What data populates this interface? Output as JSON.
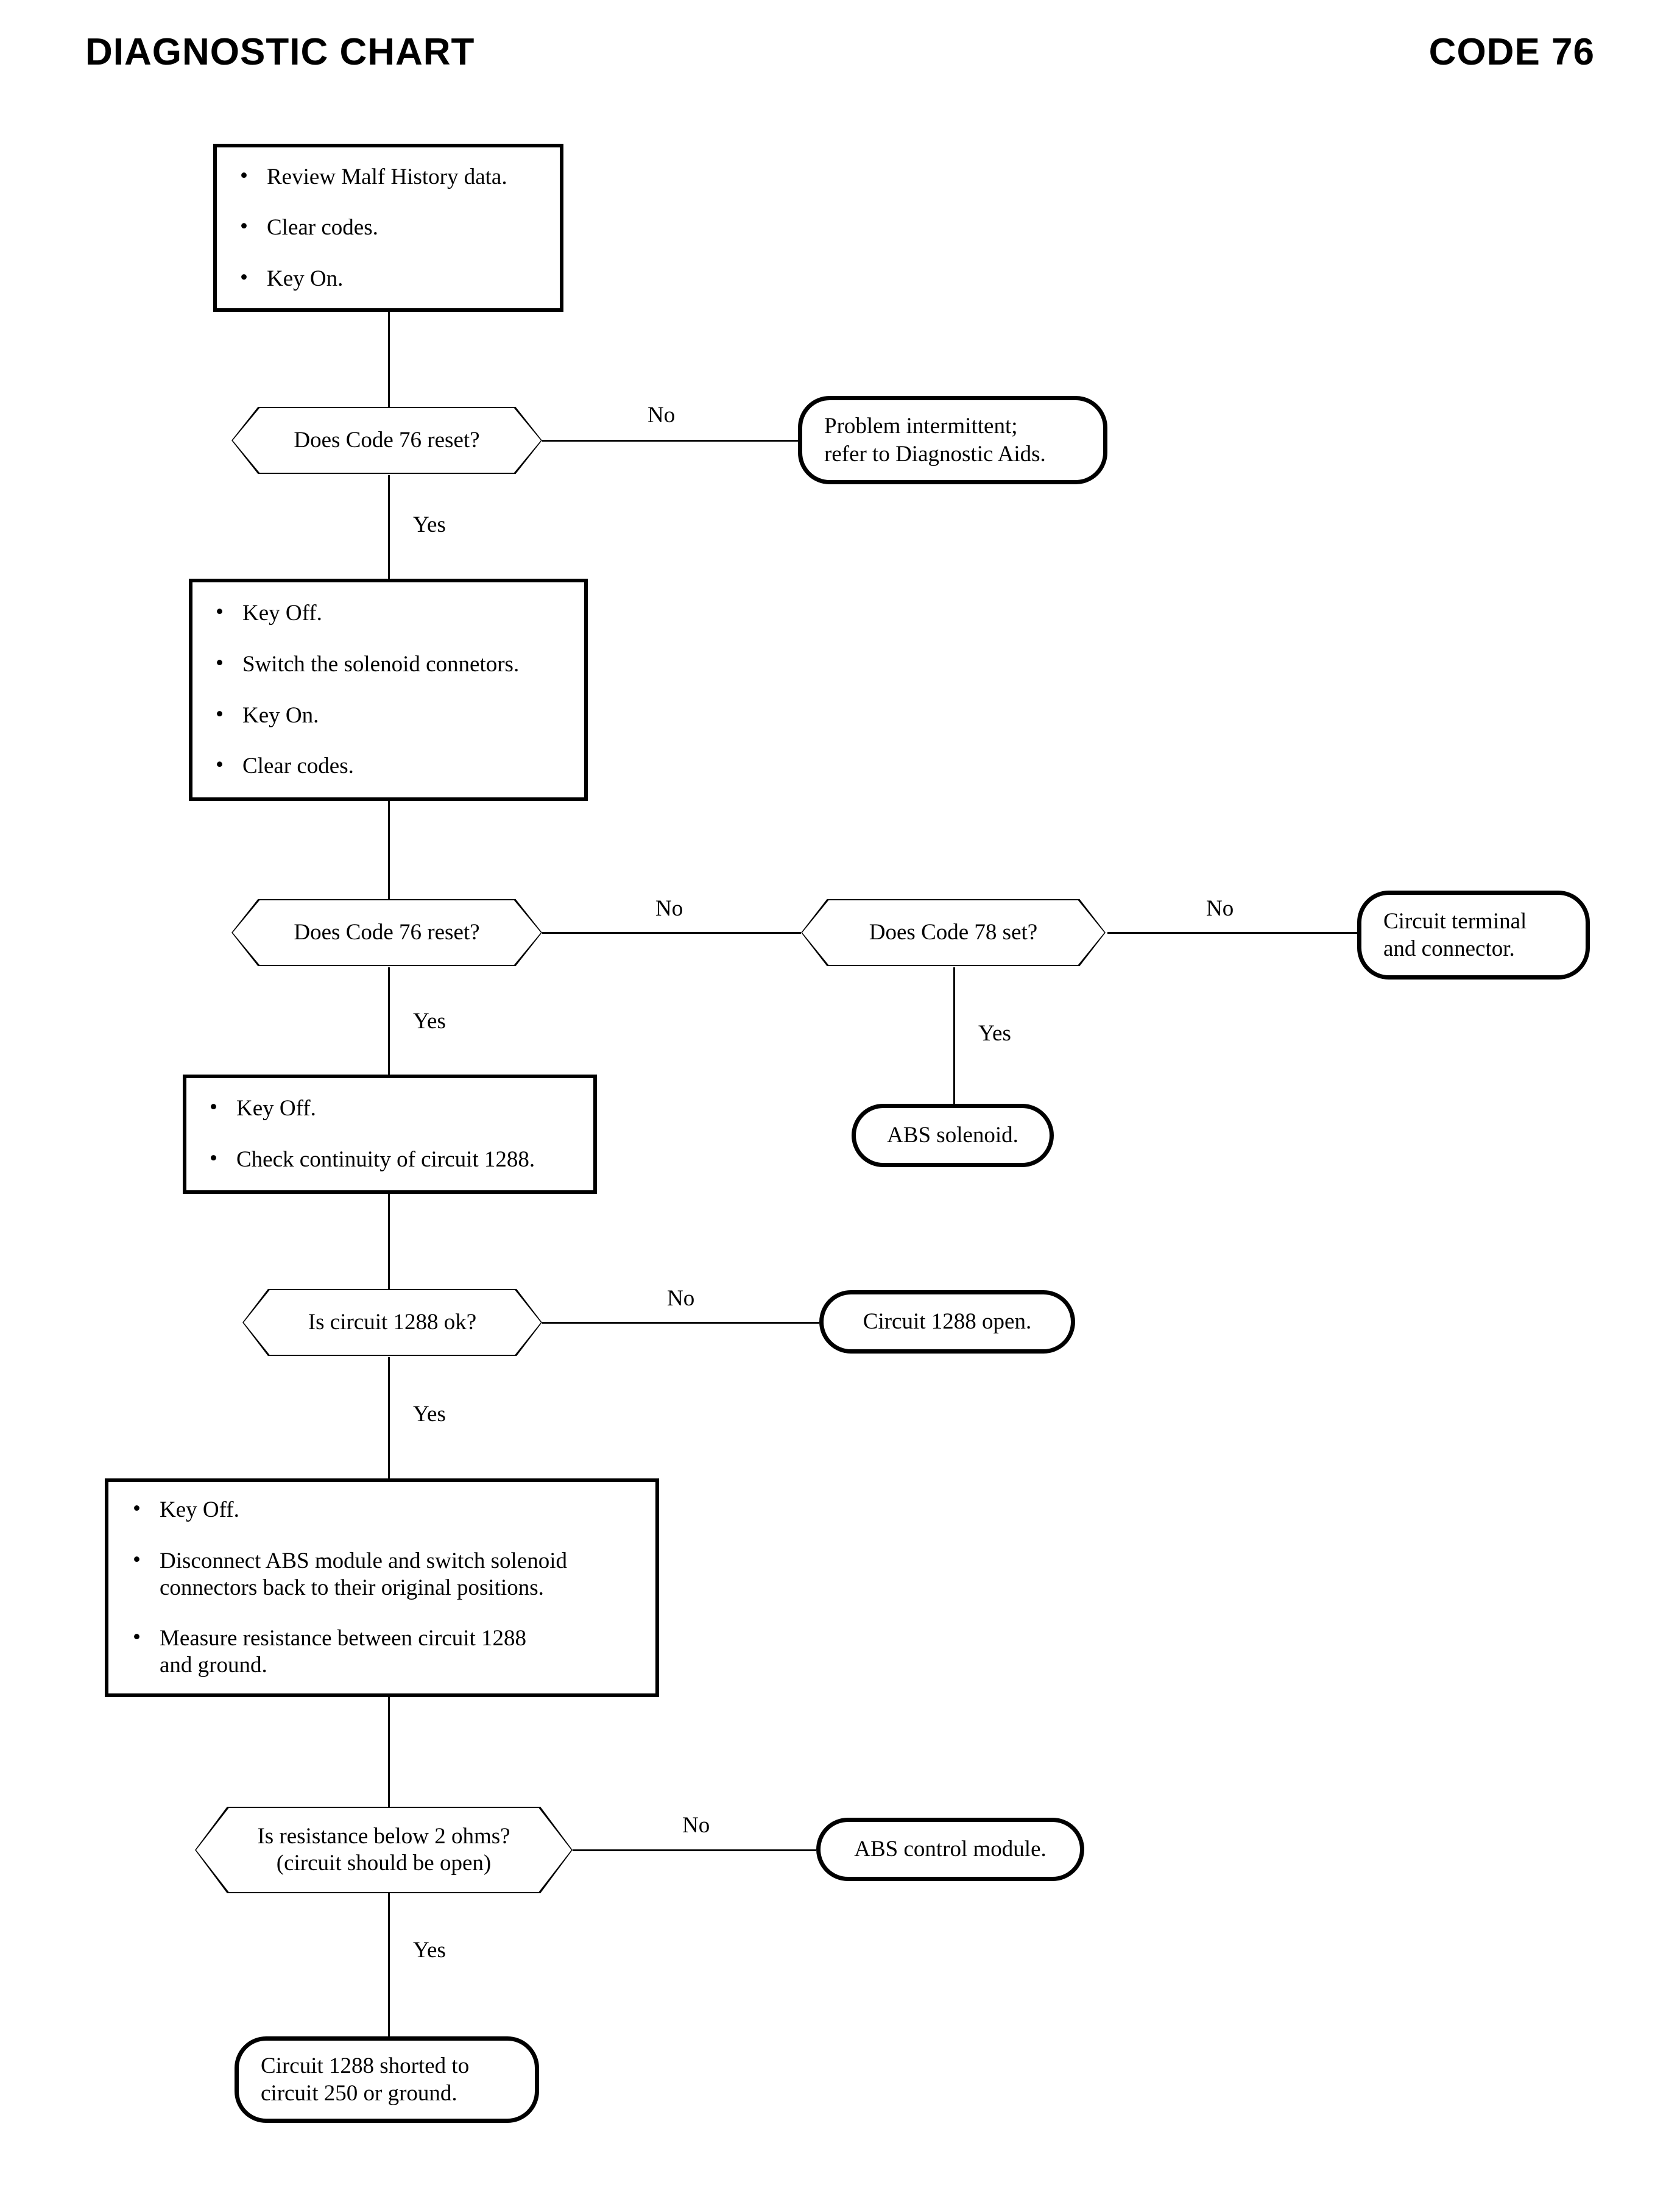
{
  "header": {
    "title": "DIAGNOSTIC CHART",
    "code": "CODE 76"
  },
  "chart_data": {
    "type": "flowchart",
    "title": "DIAGNOSTIC CHART",
    "code": "CODE 76",
    "edge_labels": {
      "yes": "Yes",
      "no": "No"
    },
    "nodes": [
      {
        "id": "step1",
        "shape": "process",
        "bullets": [
          "Review Malf History data.",
          "Clear codes.",
          "Key On."
        ]
      },
      {
        "id": "dec1",
        "shape": "decision",
        "lines": [
          "Does Code 76 reset?"
        ]
      },
      {
        "id": "term1",
        "shape": "terminal",
        "lines": [
          "Problem intermittent;",
          "refer to Diagnostic Aids."
        ]
      },
      {
        "id": "step2",
        "shape": "process",
        "bullets": [
          "Key Off.",
          "Switch the solenoid connetors.",
          "Key On.",
          "Clear codes."
        ]
      },
      {
        "id": "dec2",
        "shape": "decision",
        "lines": [
          "Does Code 76 reset?"
        ]
      },
      {
        "id": "dec3",
        "shape": "decision",
        "lines": [
          "Does Code 78 set?"
        ]
      },
      {
        "id": "term2",
        "shape": "terminal",
        "lines": [
          "Circuit terminal",
          "and connector."
        ]
      },
      {
        "id": "term3",
        "shape": "terminal",
        "lines": [
          "ABS solenoid."
        ]
      },
      {
        "id": "step3",
        "shape": "process",
        "bullets": [
          "Key Off.",
          "Check continuity of circuit 1288."
        ]
      },
      {
        "id": "dec4",
        "shape": "decision",
        "lines": [
          "Is circuit 1288 ok?"
        ]
      },
      {
        "id": "term4",
        "shape": "terminal",
        "lines": [
          "Circuit 1288 open."
        ]
      },
      {
        "id": "step4",
        "shape": "process",
        "bullets": [
          "Key Off.",
          "Disconnect ABS module and switch solenoid connectors back to their original positions.",
          "Measure resistance between circuit 1288 and ground."
        ]
      },
      {
        "id": "dec5",
        "shape": "decision",
        "lines": [
          "Is resistance below 2 ohms?",
          "(circuit should be open)"
        ]
      },
      {
        "id": "term5",
        "shape": "terminal",
        "lines": [
          "ABS control module."
        ]
      },
      {
        "id": "term6",
        "shape": "terminal",
        "lines": [
          "Circuit 1288 shorted to",
          "circuit 250 or ground."
        ]
      }
    ],
    "edges": [
      {
        "from": "step1",
        "to": "dec1",
        "label": ""
      },
      {
        "from": "dec1",
        "to": "term1",
        "label": "No"
      },
      {
        "from": "dec1",
        "to": "step2",
        "label": "Yes"
      },
      {
        "from": "step2",
        "to": "dec2",
        "label": ""
      },
      {
        "from": "dec2",
        "to": "dec3",
        "label": "No"
      },
      {
        "from": "dec2",
        "to": "step3",
        "label": "Yes"
      },
      {
        "from": "dec3",
        "to": "term2",
        "label": "No"
      },
      {
        "from": "dec3",
        "to": "term3",
        "label": "Yes"
      },
      {
        "from": "step3",
        "to": "dec4",
        "label": ""
      },
      {
        "from": "dec4",
        "to": "term4",
        "label": "No"
      },
      {
        "from": "dec4",
        "to": "step4",
        "label": "Yes"
      },
      {
        "from": "step4",
        "to": "dec5",
        "label": ""
      },
      {
        "from": "dec5",
        "to": "term5",
        "label": "No"
      },
      {
        "from": "dec5",
        "to": "term6",
        "label": "Yes"
      }
    ]
  },
  "step1": {
    "b0": "Review Malf History data.",
    "b1": "Clear codes.",
    "b2": "Key On."
  },
  "dec1": {
    "l0": "Does Code 76 reset?"
  },
  "term1": {
    "l0": "Problem intermittent;",
    "l1": "refer to Diagnostic Aids."
  },
  "step2": {
    "b0": "Key Off.",
    "b1": "Switch the solenoid connetors.",
    "b2": "Key On.",
    "b3": "Clear codes."
  },
  "dec2": {
    "l0": "Does Code 76 reset?"
  },
  "dec3": {
    "l0": "Does Code 78 set?"
  },
  "term2": {
    "l0": "Circuit terminal",
    "l1": "and connector."
  },
  "term3": {
    "l0": "ABS solenoid."
  },
  "step3": {
    "b0": "Key Off.",
    "b1": "Check continuity of circuit 1288."
  },
  "dec4": {
    "l0": "Is circuit 1288 ok?"
  },
  "term4": {
    "l0": "Circuit 1288 open."
  },
  "step4": {
    "b0": "Key Off.",
    "b1": "Disconnect ABS module and switch solenoid",
    "b1b": "connectors back to their original positions.",
    "b2": "Measure resistance between circuit 1288",
    "b2b": "and ground."
  },
  "dec5": {
    "l0": "Is resistance below 2 ohms?",
    "l1": "(circuit should be open)"
  },
  "term5": {
    "l0": "ABS control module."
  },
  "term6": {
    "l0": "Circuit 1288 shorted to",
    "l1": "circuit 250 or ground."
  },
  "labels": {
    "no1": "No",
    "yes1": "Yes",
    "no2": "No",
    "yes2": "Yes",
    "no3": "No",
    "yes3": "Yes",
    "no4": "No",
    "yes4": "Yes",
    "no5": "No",
    "yes5": "Yes"
  }
}
